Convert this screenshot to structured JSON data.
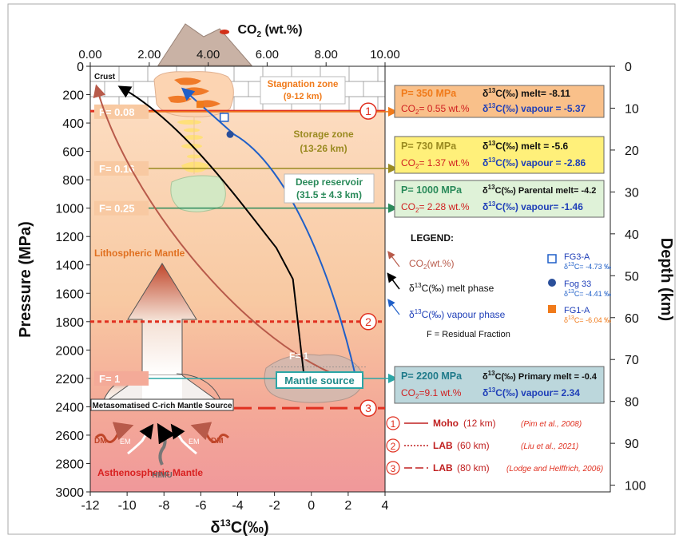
{
  "top_axis": {
    "label_main": "CO",
    "label_sub": "2",
    "label_tail": " (wt.%)",
    "ticks": [
      "0.00",
      "2.00",
      "4.00",
      "6.00",
      "8.00",
      "10.00"
    ]
  },
  "left_axis": {
    "label": "Pressure (MPa)",
    "ticks": [
      "0",
      "200",
      "400",
      "600",
      "800",
      "1000",
      "1200",
      "1400",
      "1600",
      "1800",
      "2000",
      "2200",
      "2400",
      "2600",
      "2800",
      "3000"
    ]
  },
  "right_axis": {
    "label": "Depth (km)",
    "ticks": [
      "0",
      "10",
      "20",
      "30",
      "40",
      "50",
      "60",
      "70",
      "80",
      "90",
      "100"
    ]
  },
  "bottom_axis": {
    "label_main": "δ",
    "label_sup": "13",
    "label_tail": "C(‰)",
    "ticks": [
      "-12",
      "-10",
      "-8",
      "-6",
      "-4",
      "-2",
      "0",
      "2",
      "4"
    ]
  },
  "zones": {
    "crust": "Crust",
    "lithospheric_mantle": "Lithospheric Mantle",
    "asthenospheric_mantle": "Asthenospheric Mantle",
    "stagnation_title": "Stagnation zone",
    "stagnation_depth": "(9-12 km)",
    "storage_title": "Storage zone",
    "storage_depth": "(13-26 km)",
    "deep_title": "Deep reservoir",
    "deep_depth": "(31.5 ± 4.3 km)",
    "mantle_source": "Mantle source",
    "source_box": "Metasomatised C-rich Mantle Source",
    "dm_left": "DM",
    "dm_right": "DM",
    "em_left": "EM",
    "em_right": "EM",
    "himu": "HIMU",
    "f1_inner": "F= 1"
  },
  "f_labels": [
    "F= 0.08",
    "F= 0.16",
    "F= 0.25",
    "F= 1"
  ],
  "markers": [
    "1",
    "2",
    "3"
  ],
  "info_boxes": [
    {
      "p": "P= 350 MPa",
      "melt_label": "C(‰) melt= -8.11",
      "co2_pre": "CO",
      "co2_post": "= 0.55 wt.%",
      "vap_label": "C(‰) vapour = -5.37"
    },
    {
      "p": "P= 730 MPa",
      "melt_label": "C(‰) melt = -5.6",
      "co2_pre": "CO",
      "co2_post": "= 1.37 wt.%",
      "vap_label": "C(‰) vapour = -2.86"
    },
    {
      "p": "P= 1000 MPa",
      "melt_label": "C(‰) Parental melt= -4.2",
      "co2_pre": "CO",
      "co2_post": "= 2.28 wt.%",
      "vap_label": "C(‰) vapour= -1.46"
    },
    {
      "p": "P= 2200 MPa",
      "melt_label": "C(‰) Primary melt = -0.4",
      "co2_pre": "CO",
      "co2_post": "=9.1 wt.%",
      "vap_label": "C(‰) vapour= 2.34"
    }
  ],
  "legend": {
    "title": "LEGEND:",
    "co2": "(wt.%)",
    "co2_pre": "CO",
    "melt": "C(‰) melt phase",
    "vapour": "C(‰) vapour phase",
    "residual": "F = Residual Fraction",
    "samples": [
      {
        "name": "FG3-A",
        "value": "C= -4.73 ‰"
      },
      {
        "name": "Fog 33",
        "value": "C= -4.41 ‰"
      },
      {
        "name": "FG1-A",
        "value": "C= -6.04 ‰"
      }
    ]
  },
  "references": [
    {
      "n": "1",
      "name": "Moho",
      "depth": "(12 km)",
      "cite": "(Pim et al., 2008)"
    },
    {
      "n": "2",
      "name": "LAB",
      "depth": "(60 km)",
      "cite": "(Liu et al., 2021)"
    },
    {
      "n": "3",
      "name": "LAB",
      "depth": "(80 km)",
      "cite": "(Lodge and Helffrich, 2006)"
    }
  ],
  "colors": {
    "co2_line": "#b85a4a",
    "melt_line": "#000000",
    "vapour_line": "#1f5fc8",
    "moho": "#e03020",
    "lab": "#e03020",
    "box_orange": "#f9c08a",
    "box_yellow": "#fff07a",
    "box_green": "#dff2d8",
    "box_teal": "#bcd7dc"
  }
}
